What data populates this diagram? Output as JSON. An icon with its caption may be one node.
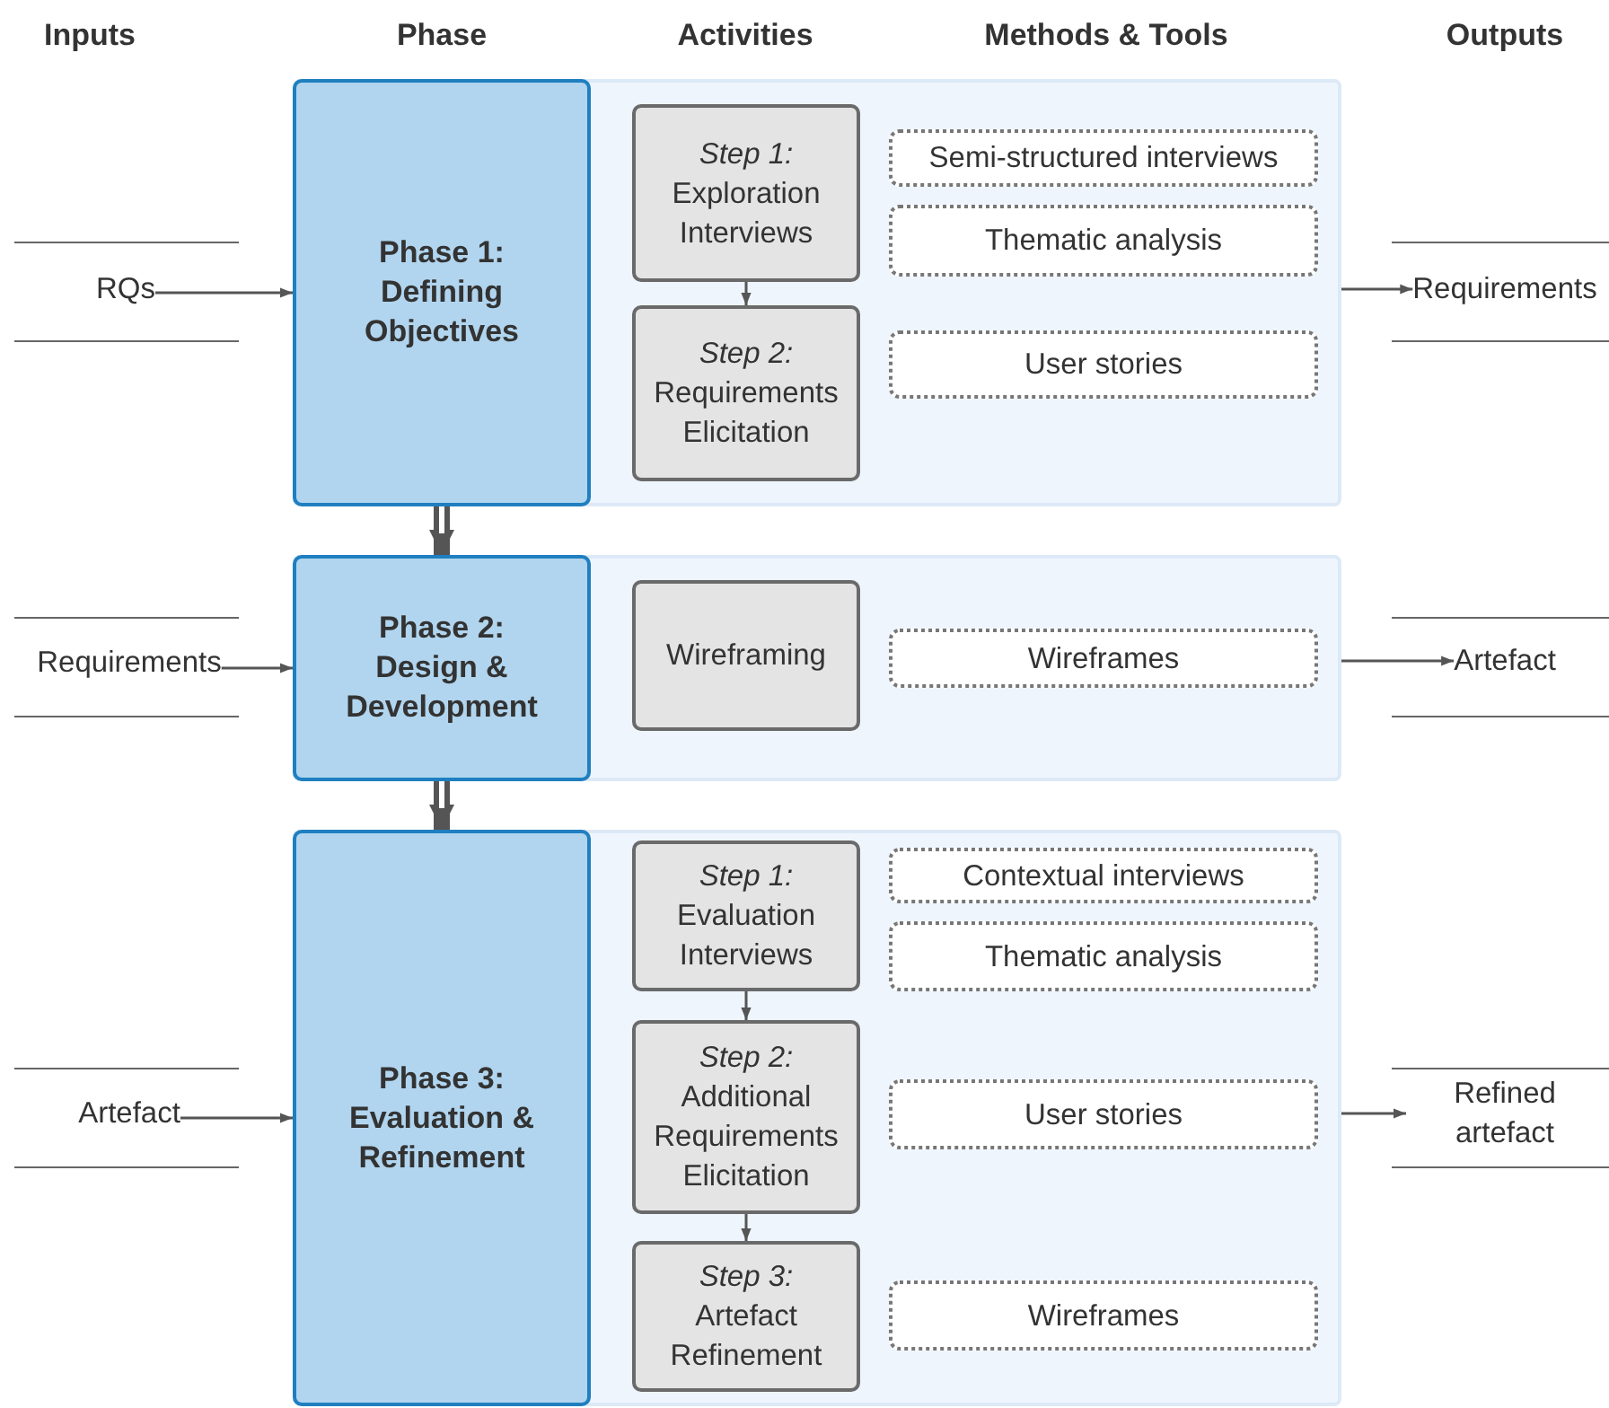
{
  "diagram": {
    "nodes": [
      {
        "text": [
          "RQs"
        ]
      },
      {
        "text": [],
        "shape": "box"
      },
      {
        "text": [
          "Phase 1: Defining Objectives"
        ],
        "in": 1
      },
      {
        "text": [
          "Step 1:",
          "Exploration Interviews"
        ],
        "in": 1
      },
      {
        "text": [
          "Step 2:",
          "Requirements Elicitation"
        ],
        "in": 1
      },
      {
        "text": [
          "Semi-structured interviews"
        ],
        "in": 1
      },
      {
        "text": [
          "Thematic analysis"
        ],
        "in": 1
      },
      {
        "text": [
          "User stories"
        ],
        "in": 1
      },
      {
        "text": [
          "Requirements"
        ]
      },
      {
        "text": [
          "Requirements"
        ]
      },
      {
        "text": [],
        "shape": "box"
      },
      {
        "text": [
          "Phase 2: Design & Development"
        ],
        "in": 10
      },
      {
        "text": [
          "Wireframing"
        ],
        "in": 10
      },
      {
        "text": [
          "Wireframes"
        ],
        "in": 10
      },
      {
        "text": [
          "Artefact"
        ]
      },
      {
        "text": [
          "Artefact"
        ]
      },
      {
        "text": [],
        "shape": "box"
      },
      {
        "text": [
          "Phase 3: Evaluation & Refinement"
        ],
        "in": 16
      },
      {
        "text": [
          "Step 1:",
          "Evaluation Interviews"
        ],
        "in": 16
      },
      {
        "text": [
          "Step 2:",
          "Additional Requirements Elicitation"
        ],
        "in": 16
      },
      {
        "text": [
          "Step 3:",
          "Artefact Refinement"
        ],
        "in": 16
      },
      {
        "text": [
          "Contextual interviews"
        ],
        "in": 16
      },
      {
        "text": [
          "Thematic analysis"
        ],
        "in": 16
      },
      {
        "text": [
          "User stories"
        ],
        "in": 16
      },
      {
        "text": [
          "Wireframes"
        ],
        "in": 16
      },
      {
        "text": [
          "Refined artefact"
        ]
      }
    ],
    "edges": [
      {
        "from": 0,
        "to": 2,
        "arrow": "to"
      },
      {
        "from": 3,
        "to": 4,
        "arrow": "to"
      },
      {
        "from": 1,
        "to": 8,
        "arrow": "to"
      },
      {
        "from": 2,
        "to": 11,
        "arrow": "to",
        "style": "thick"
      },
      {
        "from": 9,
        "to": 11,
        "arrow": "to"
      },
      {
        "from": 10,
        "to": 14,
        "arrow": "to"
      },
      {
        "from": 11,
        "to": 17,
        "arrow": "to",
        "style": "thick"
      },
      {
        "from": 15,
        "to": 17,
        "arrow": "to"
      },
      {
        "from": 18,
        "to": 19,
        "arrow": "to"
      },
      {
        "from": 19,
        "to": 20,
        "arrow": "to"
      },
      {
        "from": 16,
        "to": 25,
        "arrow": "to"
      }
    ],
    "labels": [
      "Inputs",
      "Phase",
      "Activities",
      "Methods & Tools",
      "Outputs"
    ]
  }
}
